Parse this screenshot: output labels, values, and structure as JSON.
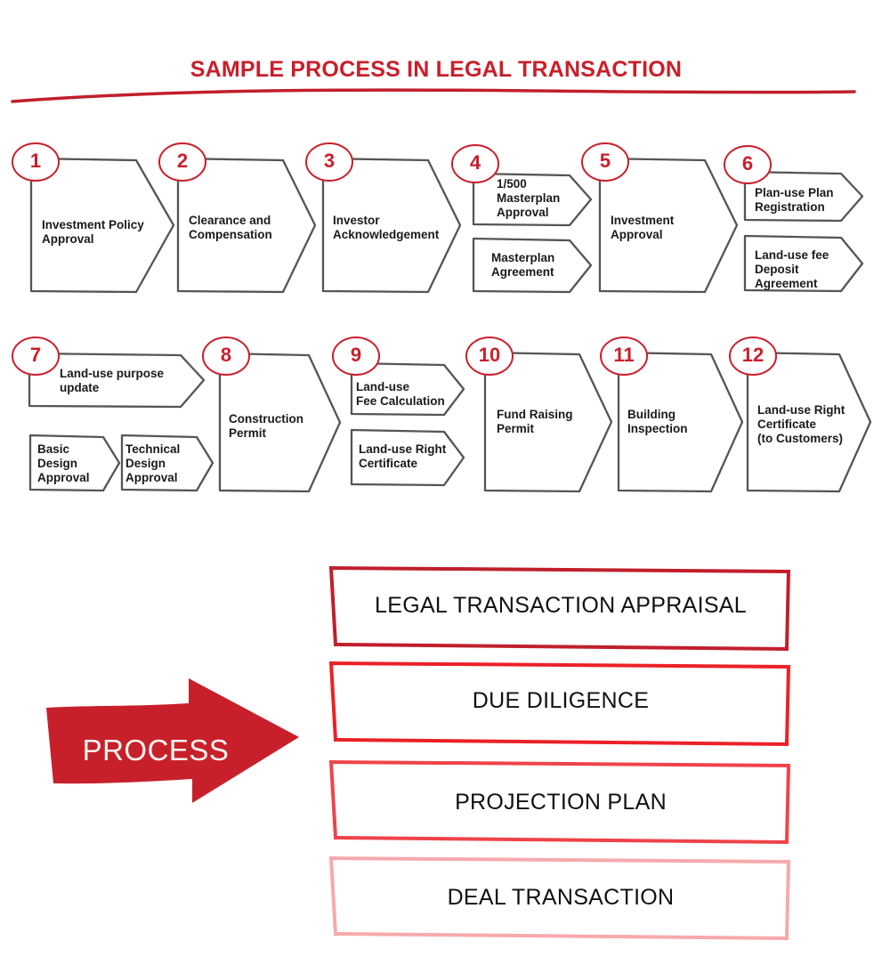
{
  "title": "SAMPLE PROCESS IN LEGAL TRANSACTION",
  "colors": {
    "accent": "#c8202b",
    "stage_border_1": "#c01f2c",
    "stage_border_2": "#ec2027",
    "stage_border_3": "#ef4349",
    "stage_border_4": "#f7a9ac",
    "shape_outline": "#555555"
  },
  "steps": [
    {
      "number": "1",
      "items": [
        "Investment Policy\nApproval"
      ]
    },
    {
      "number": "2",
      "items": [
        "Clearance and\nCompensation"
      ]
    },
    {
      "number": "3",
      "items": [
        "Investor\nAcknowledgement"
      ]
    },
    {
      "number": "4",
      "items": [
        "1/500\nMasterplan\nApproval",
        "Masterplan\nAgreement"
      ]
    },
    {
      "number": "5",
      "items": [
        "Investment\nApproval"
      ]
    },
    {
      "number": "6",
      "items": [
        "Plan-use Plan\nRegistration",
        "Land-use fee\nDeposit\nAgreement"
      ]
    },
    {
      "number": "7",
      "items": [
        "Land-use purpose\nupdate",
        "Basic\nDesign\nApproval",
        "Technical\nDesign\nApproval"
      ]
    },
    {
      "number": "8",
      "items": [
        "Construction\nPermit"
      ]
    },
    {
      "number": "9",
      "items": [
        "Land-use\nFee Calculation",
        "Land-use Right\nCertificate"
      ]
    },
    {
      "number": "10",
      "items": [
        "Fund Raising\nPermit"
      ]
    },
    {
      "number": "11",
      "items": [
        "Building\nInspection"
      ]
    },
    {
      "number": "12",
      "items": [
        "Land-use Right\nCertificate\n(to Customers)"
      ]
    }
  ],
  "process": {
    "arrow_label": "PROCESS",
    "stages": [
      "LEGAL TRANSACTION APPRAISAL",
      "DUE DILIGENCE",
      "PROJECTION PLAN",
      "DEAL TRANSACTION"
    ]
  }
}
